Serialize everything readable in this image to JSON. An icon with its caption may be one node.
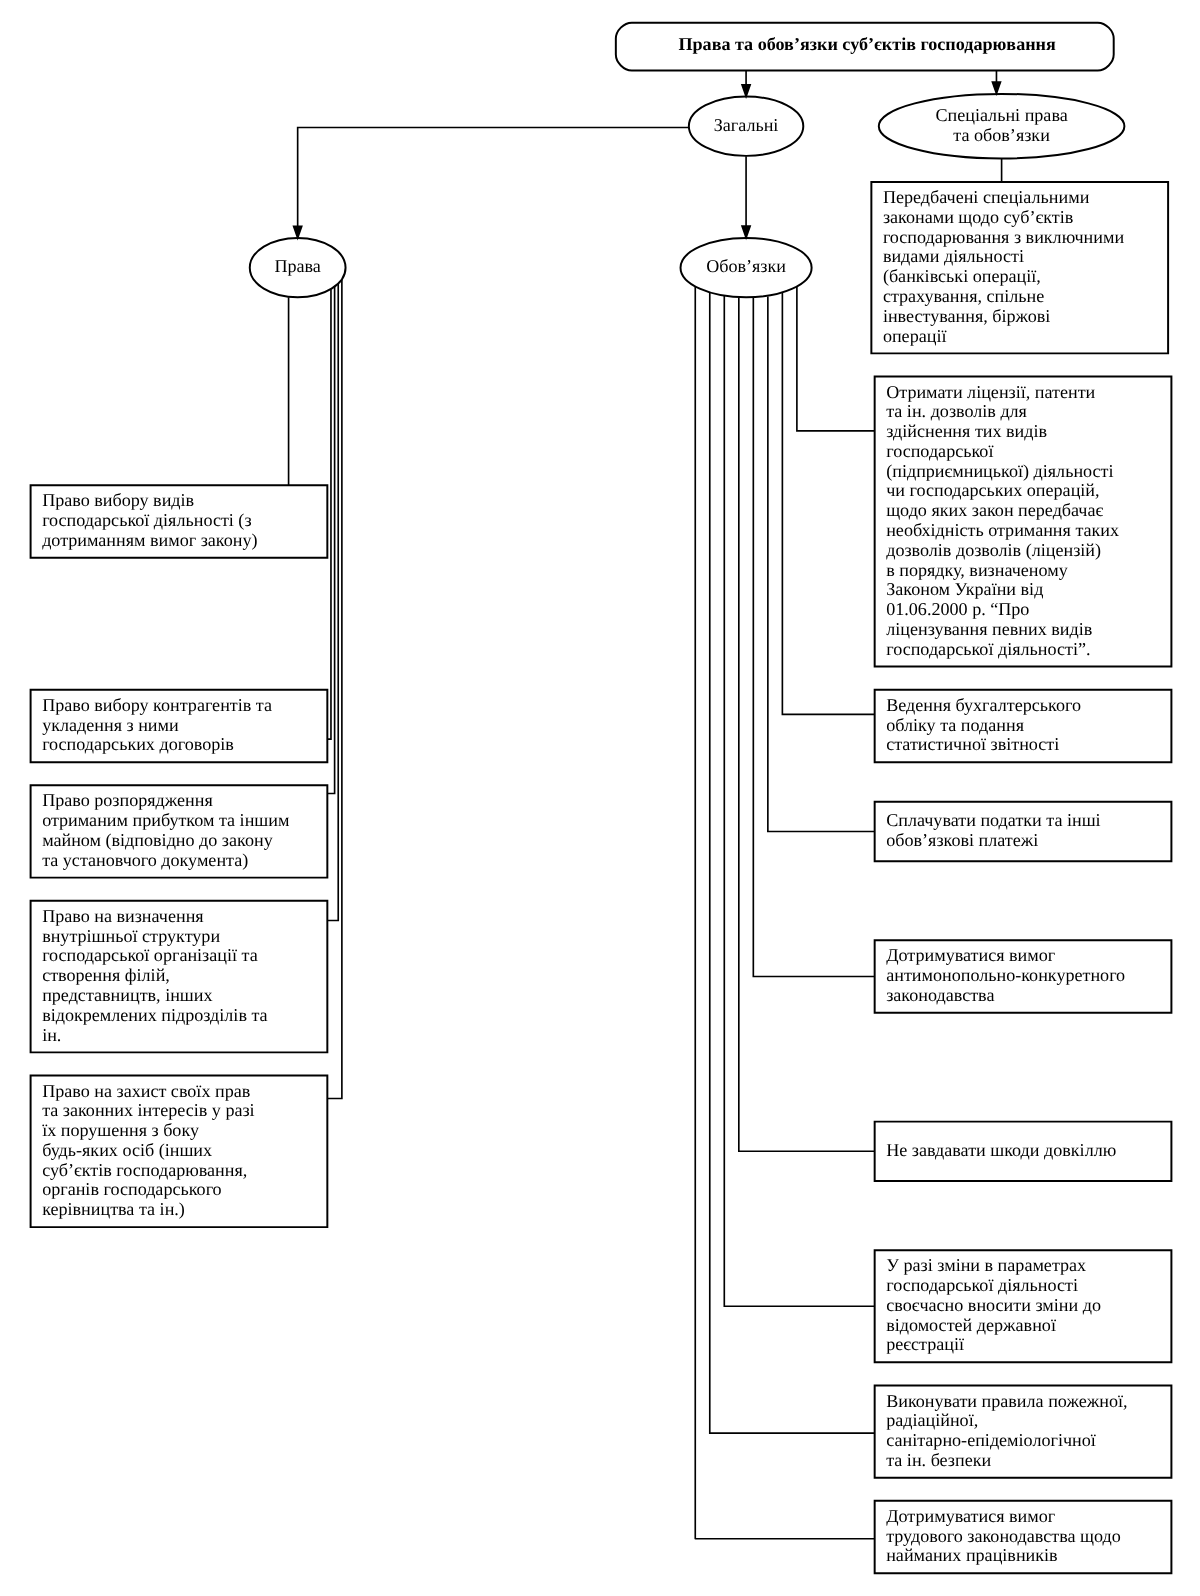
{
  "diagram": {
    "nodes": [
      {
        "text": [
          "Права та обов’язки суб’єктів господарювання"
        ]
      },
      {
        "text": [
          "Загальні"
        ]
      },
      {
        "text": [
          "Спеціальні права та обов’язки"
        ]
      },
      {
        "text": [
          "Права"
        ]
      },
      {
        "text": [
          "Обов’язки"
        ]
      },
      {
        "text": [
          "Право вибору видів господарської діяльності (з дотриманням вимог закону)"
        ]
      },
      {
        "text": [
          "Право вибору контрагентів та укладення з ними господарських договорів"
        ]
      },
      {
        "text": [
          "Право розпорядження отриманим прибутком та іншим майном (відповідно до закону та установчого документа)"
        ]
      },
      {
        "text": [
          "Право на визначення внутрішньої структури господарської організації та створення філій, представництв, інших відокремлених підрозділів та ін."
        ]
      },
      {
        "text": [
          "Право на захист своїх прав та законних інтересів у разі їх порушення з боку будь-яких осіб (інших суб’єктів господарювання, органів господарського керівництва та ін.)"
        ]
      },
      {
        "text": [
          "Отримати ліцензії, патенти та ін. дозволів для здійснення тих видів господарської (підприємницької) діяльності чи господарських операцій, щодо яких закон передбачає необхідність отримання таких дозволів дозволів (ліцензій) в порядку, визначеному Законом України від 01.06.2000 р. “Про ліцензування певних видів господарської діяльності”."
        ]
      },
      {
        "text": [
          "Ведення бухгалтерського обліку та подання статистичної звітності"
        ]
      },
      {
        "text": [
          "Сплачувати податки та інші обов’язкові платежі"
        ]
      },
      {
        "text": [
          "Дотримуватися вимог антимонопольно-конкуретного законодавства"
        ]
      },
      {
        "text": [
          "Не завдавати шкоди довкіллю"
        ]
      },
      {
        "text": [
          "У разі зміни в параметрах господарської діяльності своєчасно вносити зміни до відомостей державної реєстрації"
        ]
      },
      {
        "text": [
          "Виконувати правила пожежної, радіаційної, санітарно-епідеміологічної та ін. безпеки"
        ]
      },
      {
        "text": [
          "Дотримуватися вимог трудового законодавства щодо найманих працівників"
        ]
      },
      {
        "text": [
          "Передбачені спеціальними законами щодо суб’єктів господарювання з виключними видами діяльності (банківські операції, страхування, спільне інвестування, біржові операції"
        ]
      }
    ],
    "edges": [
      {
        "from": 0,
        "to": 1,
        "arrow": "to"
      },
      {
        "from": 0,
        "to": 2,
        "arrow": "to"
      },
      {
        "from": 1,
        "to": 3,
        "arrow": "to"
      },
      {
        "from": 1,
        "to": 4,
        "arrow": "to"
      },
      {
        "from": 2,
        "to": 18,
        "arrow": "none"
      },
      {
        "from": 3,
        "to": 5,
        "arrow": "none"
      },
      {
        "from": 3,
        "to": 6,
        "arrow": "none"
      },
      {
        "from": 3,
        "to": 7,
        "arrow": "none"
      },
      {
        "from": 3,
        "to": 8,
        "arrow": "none"
      },
      {
        "from": 3,
        "to": 9,
        "arrow": "none"
      },
      {
        "from": 4,
        "to": 10,
        "arrow": "none"
      },
      {
        "from": 4,
        "to": 11,
        "arrow": "none"
      },
      {
        "from": 4,
        "to": 12,
        "arrow": "none"
      },
      {
        "from": 4,
        "to": 13,
        "arrow": "none"
      },
      {
        "from": 4,
        "to": 14,
        "arrow": "none"
      },
      {
        "from": 4,
        "to": 15,
        "arrow": "none"
      },
      {
        "from": 4,
        "to": 16,
        "arrow": "none"
      },
      {
        "from": 4,
        "to": 17,
        "arrow": "none"
      }
    ]
  }
}
